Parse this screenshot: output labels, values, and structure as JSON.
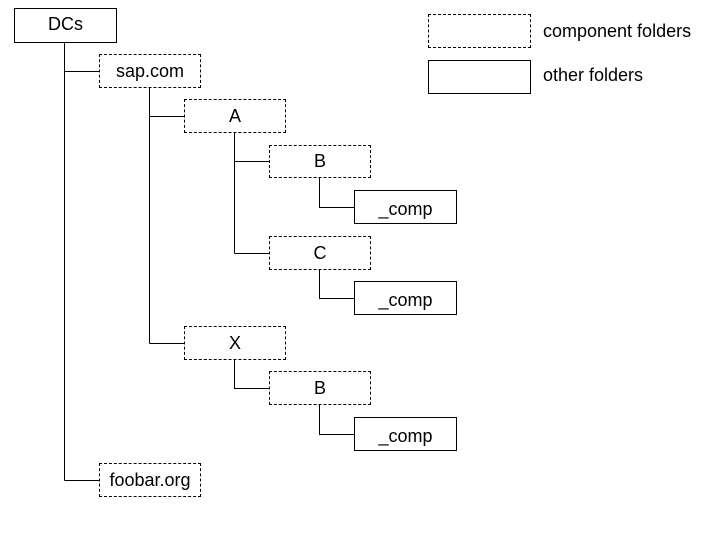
{
  "diagram": {
    "nodes": {
      "dcs": "DCs",
      "sap_com": "sap.com",
      "a": "A",
      "a_b": "B",
      "a_b_comp": "_comp",
      "a_c": "C",
      "a_c_comp": "_comp",
      "x": "X",
      "x_b": "B",
      "x_b_comp": "_comp",
      "foobar_org": "foobar.org"
    },
    "legend": {
      "component_folders": "component folders",
      "other_folders": "other folders"
    }
  }
}
